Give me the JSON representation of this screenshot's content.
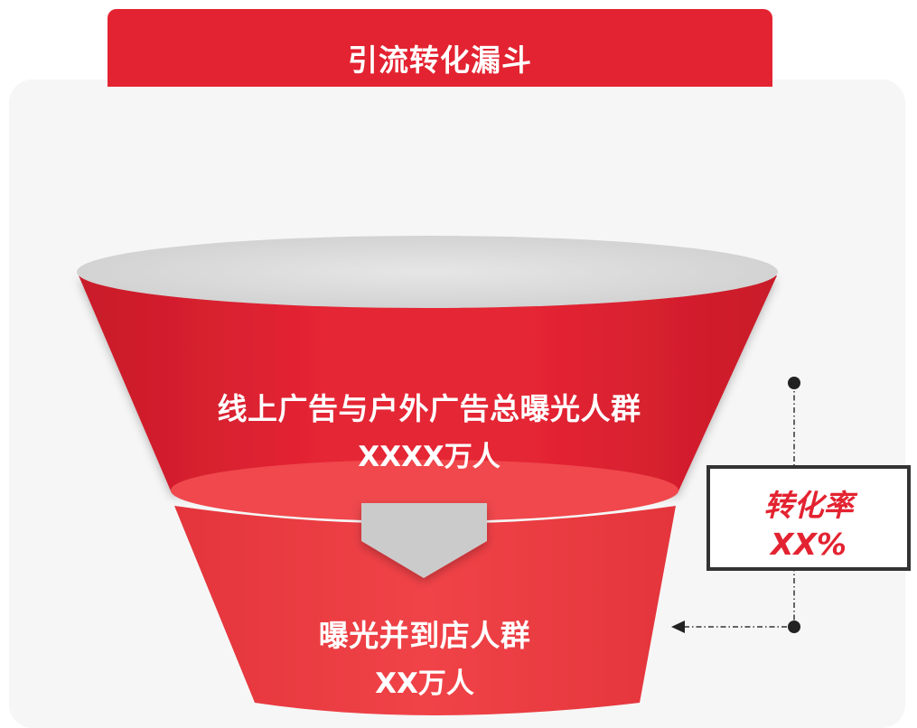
{
  "title": "引流转化漏斗",
  "colors": {
    "primary_red": "#e32331",
    "lower_red": "#ef4146",
    "rim_gray": "#d9d9d9",
    "arrow_gray": "#c9c9c9"
  },
  "funnel": {
    "stages": [
      {
        "label": "线上广告与户外广告总曝光人群",
        "value": "XXXX万人"
      },
      {
        "label": "曝光并到店人群",
        "value": "XX万人"
      }
    ]
  },
  "conversion": {
    "label": "转化率",
    "value": "XX%"
  }
}
